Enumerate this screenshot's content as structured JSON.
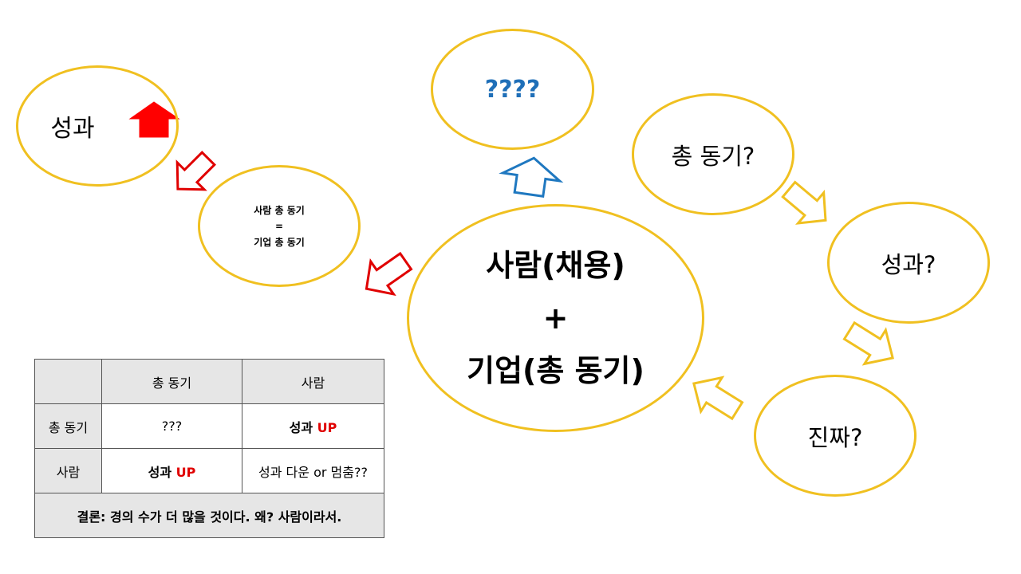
{
  "ellipses": {
    "performance_up": "성과",
    "equality": {
      "line1": "사람 총 동기",
      "line2": "=",
      "line3": "기업 총 동기"
    },
    "unknown": "????",
    "center": {
      "line1": "사람(채용)",
      "line2": "+",
      "line3": "기업(총 동기)"
    },
    "total_motivation_q": "총 동기?",
    "performance_q": "성과?",
    "really_q": "진짜?"
  },
  "table": {
    "header": {
      "corner": "",
      "col1": "총 동기",
      "col2": "사람"
    },
    "row1": {
      "label": "총 동기",
      "cell1": "???",
      "cell2_text": "성과",
      "cell2_up": "UP"
    },
    "row2": {
      "label": "사람",
      "cell1_text": "성과",
      "cell1_up": "UP",
      "cell2": "성과 다운 or 멈춤??"
    },
    "conclusion": "결론: 경의 수가 더 많을 것이다. 왜? 사람이라서."
  },
  "colors": {
    "ellipse_border": "#f0c020",
    "up_text": "#e00000",
    "red_arrow": "#e00000",
    "blue_arrow": "#1f78c0",
    "yellow_arrow": "#f0c020",
    "unknown_text": "#1f6fb8"
  },
  "icons": {
    "performance_up_arrow": "solid-up-arrow-icon",
    "red_arrows": "outline-arrow-icon",
    "blue_arrow": "outline-up-arrow-icon",
    "yellow_arrows": "outline-arrow-icon"
  }
}
